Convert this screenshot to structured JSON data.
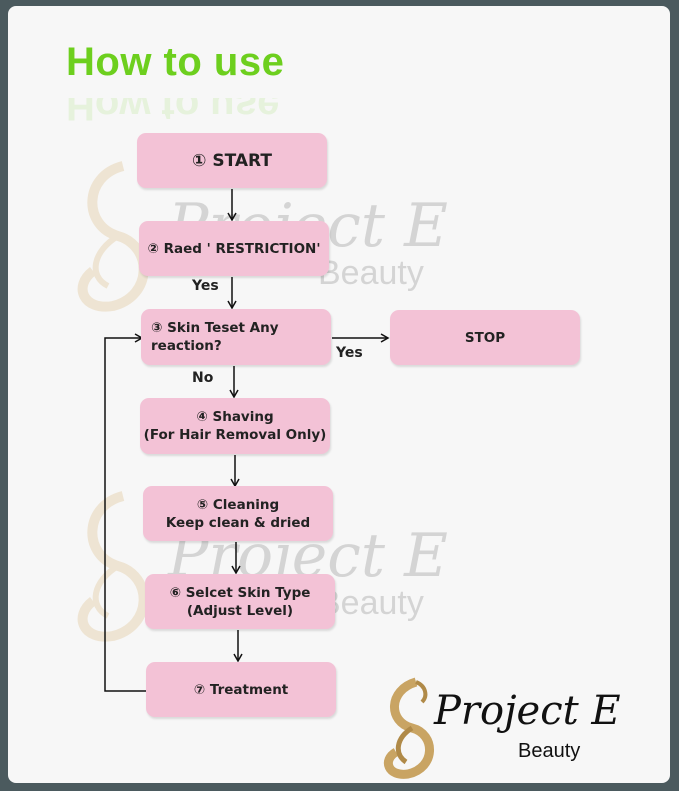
{
  "title": "How to use",
  "watermark": {
    "script": "Project E",
    "sub": "Beauty"
  },
  "steps": [
    {
      "id": "start",
      "label": "① START"
    },
    {
      "id": "restriction",
      "label": "② Raed ' RESTRICTION'"
    },
    {
      "id": "skin-test",
      "label": "③ Skin Teset Any\n    reaction?"
    },
    {
      "id": "shaving",
      "label": "④ Shaving\n(For Hair Removal Only)"
    },
    {
      "id": "cleaning",
      "label": "⑤ Cleaning\nKeep  clean & dried"
    },
    {
      "id": "skin-type",
      "label": "⑥ Selcet Skin Type\n(Adjust Level)"
    },
    {
      "id": "treatment",
      "label": "⑦ Treatment"
    },
    {
      "id": "stop",
      "label": "STOP"
    }
  ],
  "labels": {
    "yes_1": "Yes",
    "yes_2": "Yes",
    "no": "No"
  },
  "logo": {
    "script": "Project E",
    "sub": "Beauty"
  },
  "colors": {
    "title": "#6dcf1e",
    "box": "#f3c2d6",
    "line": "#111111",
    "watermark": "#c9c9c9",
    "logo_gold": "#c9a463"
  }
}
